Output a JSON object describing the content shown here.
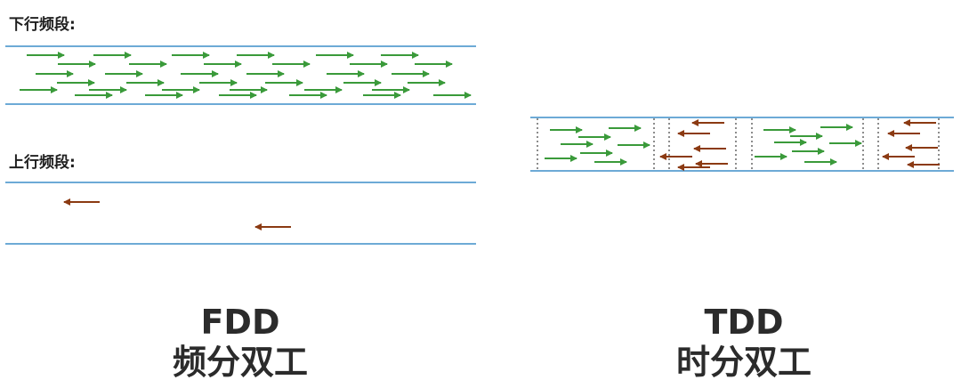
{
  "fdd": {
    "downlink_label": "下行频段:",
    "uplink_label": "上行频段:",
    "title_line1": "FDD",
    "title_line2": "频分双工"
  },
  "tdd": {
    "title_line1": "TDD",
    "title_line2": "时分双工"
  },
  "colors": {
    "band_line": "#3d8ec8",
    "downlink_arrow": "#3a9a3a",
    "uplink_arrow": "#8b3a12",
    "slot_separator": "#666666"
  }
}
